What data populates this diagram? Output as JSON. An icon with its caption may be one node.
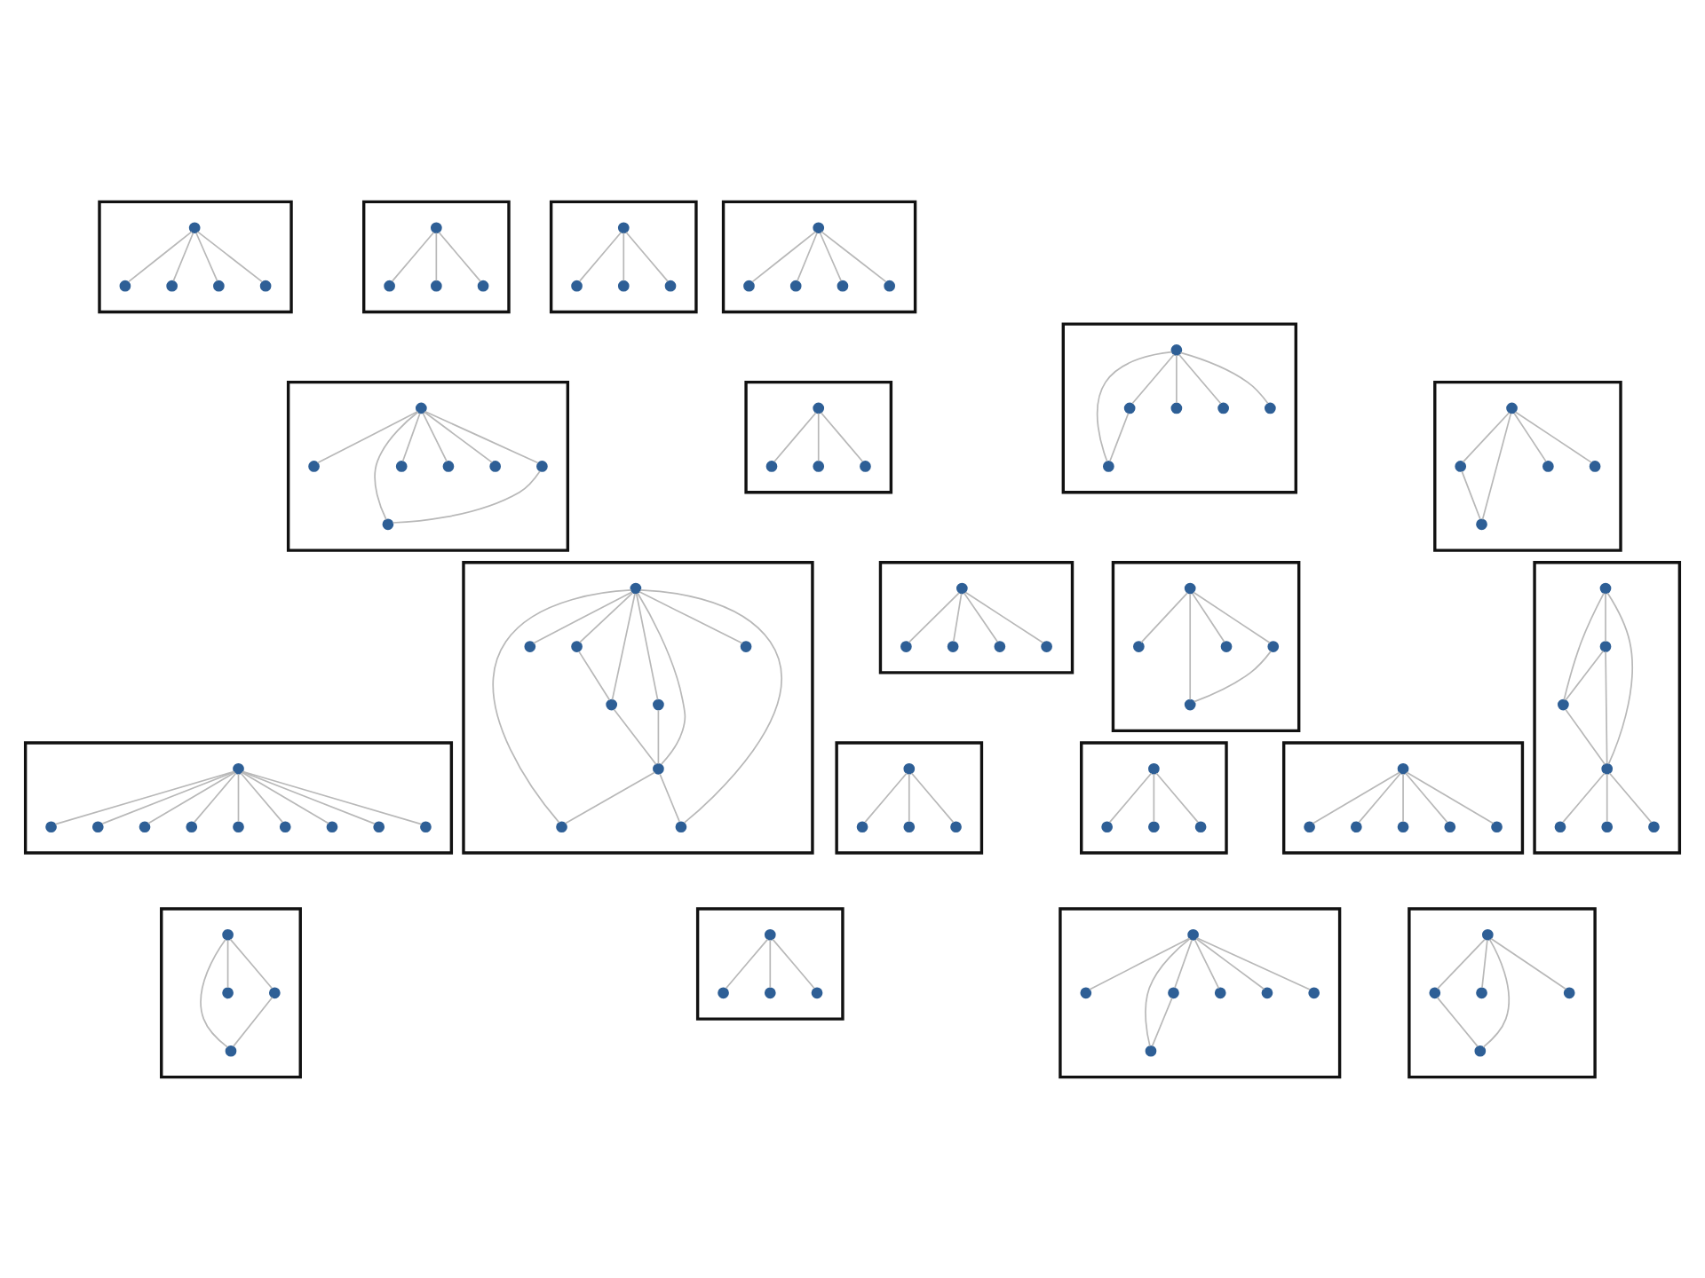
{
  "diagram": {
    "nodes": [
      {
        "text": [],
        "shape": "box"
      },
      {
        "text": [],
        "shape": "circle",
        "in": 0
      },
      {
        "text": [],
        "shape": "circle",
        "in": 0
      },
      {
        "text": [],
        "shape": "circle",
        "in": 0
      },
      {
        "text": [],
        "shape": "circle",
        "in": 0
      },
      {
        "text": [],
        "shape": "circle",
        "in": 0
      },
      {
        "text": [],
        "shape": "box"
      },
      {
        "text": [],
        "shape": "circle",
        "in": 6
      },
      {
        "text": [],
        "shape": "circle",
        "in": 6
      },
      {
        "text": [],
        "shape": "circle",
        "in": 6
      },
      {
        "text": [],
        "shape": "circle",
        "in": 6
      },
      {
        "text": [],
        "shape": "box"
      },
      {
        "text": [],
        "shape": "circle",
        "in": 11
      },
      {
        "text": [],
        "shape": "circle",
        "in": 11
      },
      {
        "text": [],
        "shape": "circle",
        "in": 11
      },
      {
        "text": [],
        "shape": "circle",
        "in": 11
      },
      {
        "text": [],
        "shape": "box"
      },
      {
        "text": [],
        "shape": "circle",
        "in": 16
      },
      {
        "text": [],
        "shape": "circle",
        "in": 16
      },
      {
        "text": [],
        "shape": "circle",
        "in": 16
      },
      {
        "text": [],
        "shape": "circle",
        "in": 16
      },
      {
        "text": [],
        "shape": "circle",
        "in": 16
      },
      {
        "text": [],
        "shape": "box"
      },
      {
        "text": [],
        "shape": "circle",
        "in": 22
      },
      {
        "text": [],
        "shape": "circle",
        "in": 22
      },
      {
        "text": [],
        "shape": "circle",
        "in": 22
      },
      {
        "text": [],
        "shape": "circle",
        "in": 22
      },
      {
        "text": [],
        "shape": "circle",
        "in": 22
      },
      {
        "text": [],
        "shape": "circle",
        "in": 22
      },
      {
        "text": [],
        "shape": "circle",
        "in": 22
      },
      {
        "text": [],
        "shape": "box"
      },
      {
        "text": [],
        "shape": "circle",
        "in": 30
      },
      {
        "text": [],
        "shape": "circle",
        "in": 30
      },
      {
        "text": [],
        "shape": "circle",
        "in": 30
      },
      {
        "text": [],
        "shape": "circle",
        "in": 30
      },
      {
        "text": [],
        "shape": "box"
      },
      {
        "text": [],
        "shape": "circle",
        "in": 35
      },
      {
        "text": [],
        "shape": "circle",
        "in": 35
      },
      {
        "text": [],
        "shape": "circle",
        "in": 35
      },
      {
        "text": [],
        "shape": "circle",
        "in": 35
      },
      {
        "text": [],
        "shape": "circle",
        "in": 35
      },
      {
        "text": [],
        "shape": "circle",
        "in": 35
      },
      {
        "text": [],
        "shape": "box"
      },
      {
        "text": [],
        "shape": "circle",
        "in": 42
      },
      {
        "text": [],
        "shape": "circle",
        "in": 42
      },
      {
        "text": [],
        "shape": "circle",
        "in": 42
      },
      {
        "text": [],
        "shape": "circle",
        "in": 42
      },
      {
        "text": [],
        "shape": "circle",
        "in": 42
      },
      {
        "text": [],
        "shape": "box"
      },
      {
        "text": [],
        "shape": "circle",
        "in": 48
      },
      {
        "text": [],
        "shape": "circle",
        "in": 48
      },
      {
        "text": [],
        "shape": "circle",
        "in": 48
      },
      {
        "text": [],
        "shape": "circle",
        "in": 48
      },
      {
        "text": [],
        "shape": "circle",
        "in": 48
      },
      {
        "text": [],
        "shape": "circle",
        "in": 48
      },
      {
        "text": [],
        "shape": "circle",
        "in": 48
      },
      {
        "text": [],
        "shape": "circle",
        "in": 48
      },
      {
        "text": [],
        "shape": "circle",
        "in": 48
      },
      {
        "text": [],
        "shape": "box"
      },
      {
        "text": [],
        "shape": "circle",
        "in": 58
      },
      {
        "text": [],
        "shape": "circle",
        "in": 58
      },
      {
        "text": [],
        "shape": "circle",
        "in": 58
      },
      {
        "text": [],
        "shape": "circle",
        "in": 58
      },
      {
        "text": [],
        "shape": "circle",
        "in": 58
      },
      {
        "text": [],
        "shape": "box"
      },
      {
        "text": [],
        "shape": "circle",
        "in": 64
      },
      {
        "text": [],
        "shape": "circle",
        "in": 64
      },
      {
        "text": [],
        "shape": "circle",
        "in": 64
      },
      {
        "text": [],
        "shape": "circle",
        "in": 64
      },
      {
        "text": [],
        "shape": "circle",
        "in": 64
      },
      {
        "text": [],
        "shape": "box"
      },
      {
        "text": [],
        "shape": "circle",
        "in": 70
      },
      {
        "text": [],
        "shape": "circle",
        "in": 70
      },
      {
        "text": [],
        "shape": "circle",
        "in": 70
      },
      {
        "text": [],
        "shape": "circle",
        "in": 70
      },
      {
        "text": [],
        "shape": "circle",
        "in": 70
      },
      {
        "text": [],
        "shape": "circle",
        "in": 70
      },
      {
        "text": [],
        "shape": "circle",
        "in": 70
      },
      {
        "text": [],
        "shape": "box"
      },
      {
        "text": [],
        "shape": "circle",
        "in": 78
      },
      {
        "text": [],
        "shape": "circle",
        "in": 78
      },
      {
        "text": [],
        "shape": "circle",
        "in": 78
      },
      {
        "text": [],
        "shape": "circle",
        "in": 78
      },
      {
        "text": [],
        "shape": "circle",
        "in": 78
      },
      {
        "text": [],
        "shape": "circle",
        "in": 78
      },
      {
        "text": [],
        "shape": "circle",
        "in": 78
      },
      {
        "text": [],
        "shape": "circle",
        "in": 78
      },
      {
        "text": [],
        "shape": "circle",
        "in": 78
      },
      {
        "text": [],
        "shape": "circle",
        "in": 78
      },
      {
        "text": [],
        "shape": "box"
      },
      {
        "text": [],
        "shape": "circle",
        "in": 89
      },
      {
        "text": [],
        "shape": "circle",
        "in": 89
      },
      {
        "text": [],
        "shape": "circle",
        "in": 89
      },
      {
        "text": [],
        "shape": "circle",
        "in": 89
      },
      {
        "text": [],
        "shape": "box"
      },
      {
        "text": [],
        "shape": "circle",
        "in": 94
      },
      {
        "text": [],
        "shape": "circle",
        "in": 94
      },
      {
        "text": [],
        "shape": "circle",
        "in": 94
      },
      {
        "text": [],
        "shape": "circle",
        "in": 94
      },
      {
        "text": [],
        "shape": "box"
      },
      {
        "text": [],
        "shape": "circle",
        "in": 99
      },
      {
        "text": [],
        "shape": "circle",
        "in": 99
      },
      {
        "text": [],
        "shape": "circle",
        "in": 99
      },
      {
        "text": [],
        "shape": "circle",
        "in": 99
      },
      {
        "text": [],
        "shape": "circle",
        "in": 99
      },
      {
        "text": [],
        "shape": "circle",
        "in": 99
      },
      {
        "text": [],
        "shape": "box"
      },
      {
        "text": [],
        "shape": "circle",
        "in": 106
      },
      {
        "text": [],
        "shape": "circle",
        "in": 106
      },
      {
        "text": [],
        "shape": "circle",
        "in": 106
      },
      {
        "text": [],
        "shape": "circle",
        "in": 106
      },
      {
        "text": [],
        "shape": "box"
      },
      {
        "text": [],
        "shape": "circle",
        "in": 111
      },
      {
        "text": [],
        "shape": "circle",
        "in": 111
      },
      {
        "text": [],
        "shape": "circle",
        "in": 111
      },
      {
        "text": [],
        "shape": "circle",
        "in": 111
      },
      {
        "text": [],
        "shape": "box"
      },
      {
        "text": [],
        "shape": "circle",
        "in": 116
      },
      {
        "text": [],
        "shape": "circle",
        "in": 116
      },
      {
        "text": [],
        "shape": "circle",
        "in": 116
      },
      {
        "text": [],
        "shape": "circle",
        "in": 116
      },
      {
        "text": [],
        "shape": "circle",
        "in": 116
      },
      {
        "text": [],
        "shape": "circle",
        "in": 116
      },
      {
        "text": [],
        "shape": "circle",
        "in": 116
      },
      {
        "text": [],
        "shape": "box"
      },
      {
        "text": [],
        "shape": "circle",
        "in": 124
      },
      {
        "text": [],
        "shape": "circle",
        "in": 124
      },
      {
        "text": [],
        "shape": "circle",
        "in": 124
      },
      {
        "text": [],
        "shape": "circle",
        "in": 124
      },
      {
        "text": [],
        "shape": "circle",
        "in": 124
      }
    ],
    "edges": [
      {
        "from": 3,
        "to": 1,
        "arrow": "none"
      },
      {
        "from": 3,
        "to": 2,
        "arrow": "none"
      },
      {
        "from": 3,
        "to": 4,
        "arrow": "none"
      },
      {
        "from": 3,
        "to": 5,
        "arrow": "none"
      },
      {
        "from": 9,
        "to": 7,
        "arrow": "none"
      },
      {
        "from": 9,
        "to": 8,
        "arrow": "none"
      },
      {
        "from": 9,
        "to": 10,
        "arrow": "none"
      },
      {
        "from": 14,
        "to": 12,
        "arrow": "none"
      },
      {
        "from": 14,
        "to": 13,
        "arrow": "none"
      },
      {
        "from": 14,
        "to": 15,
        "arrow": "none"
      },
      {
        "from": 19,
        "to": 17,
        "arrow": "none"
      },
      {
        "from": 19,
        "to": 18,
        "arrow": "none"
      },
      {
        "from": 19,
        "to": 20,
        "arrow": "none"
      },
      {
        "from": 19,
        "to": 21,
        "arrow": "none"
      },
      {
        "from": 26,
        "to": 23,
        "arrow": "none"
      },
      {
        "from": 26,
        "to": 25,
        "arrow": "none"
      },
      {
        "from": 26,
        "to": 28,
        "arrow": "none"
      },
      {
        "from": 26,
        "to": 29,
        "arrow": "none"
      },
      {
        "from": 26,
        "to": 27,
        "arrow": "none"
      },
      {
        "from": 26,
        "to": 24,
        "arrow": "none"
      },
      {
        "from": 23,
        "to": 25,
        "arrow": "none"
      },
      {
        "from": 32,
        "to": 31,
        "arrow": "none"
      },
      {
        "from": 32,
        "to": 33,
        "arrow": "none"
      },
      {
        "from": 32,
        "to": 34,
        "arrow": "none"
      },
      {
        "from": 38,
        "to": 37,
        "arrow": "none"
      },
      {
        "from": 38,
        "to": 36,
        "arrow": "none"
      },
      {
        "from": 37,
        "to": 36,
        "arrow": "none"
      },
      {
        "from": 38,
        "to": 40,
        "arrow": "none"
      },
      {
        "from": 38,
        "to": 41,
        "arrow": "none"
      },
      {
        "from": 38,
        "to": 39,
        "arrow": "none"
      },
      {
        "from": 45,
        "to": 44,
        "arrow": "none"
      },
      {
        "from": 45,
        "to": 47,
        "arrow": "none"
      },
      {
        "from": 45,
        "to": 46,
        "arrow": "none"
      },
      {
        "from": 45,
        "to": 43,
        "arrow": "none"
      },
      {
        "from": 44,
        "to": 46,
        "arrow": "none"
      },
      {
        "from": 53,
        "to": 50,
        "arrow": "none"
      },
      {
        "from": 50,
        "to": 51,
        "arrow": "none"
      },
      {
        "from": 53,
        "to": 51,
        "arrow": "none"
      },
      {
        "from": 53,
        "to": 54,
        "arrow": "none"
      },
      {
        "from": 54,
        "to": 55,
        "arrow": "none"
      },
      {
        "from": 53,
        "to": 55,
        "arrow": "none"
      },
      {
        "from": 51,
        "to": 55,
        "arrow": "none"
      },
      {
        "from": 55,
        "to": 57,
        "arrow": "none"
      },
      {
        "from": 53,
        "to": 57,
        "arrow": "none"
      },
      {
        "from": 53,
        "to": 56,
        "arrow": "none"
      },
      {
        "from": 55,
        "to": 56,
        "arrow": "none"
      },
      {
        "from": 53,
        "to": 52,
        "arrow": "none"
      },
      {
        "from": 53,
        "to": 49,
        "arrow": "none"
      },
      {
        "from": 61,
        "to": 59,
        "arrow": "none"
      },
      {
        "from": 61,
        "to": 60,
        "arrow": "none"
      },
      {
        "from": 61,
        "to": 62,
        "arrow": "none"
      },
      {
        "from": 61,
        "to": 63,
        "arrow": "none"
      },
      {
        "from": 67,
        "to": 68,
        "arrow": "none"
      },
      {
        "from": 67,
        "to": 65,
        "arrow": "none"
      },
      {
        "from": 67,
        "to": 66,
        "arrow": "none"
      },
      {
        "from": 65,
        "to": 66,
        "arrow": "none"
      },
      {
        "from": 67,
        "to": 69,
        "arrow": "none"
      },
      {
        "from": 73,
        "to": 74,
        "arrow": "none"
      },
      {
        "from": 73,
        "to": 71,
        "arrow": "none"
      },
      {
        "from": 71,
        "to": 74,
        "arrow": "none"
      },
      {
        "from": 73,
        "to": 75,
        "arrow": "none"
      },
      {
        "from": 74,
        "to": 75,
        "arrow": "none"
      },
      {
        "from": 71,
        "to": 75,
        "arrow": "none"
      },
      {
        "from": 75,
        "to": 77,
        "arrow": "none"
      },
      {
        "from": 75,
        "to": 76,
        "arrow": "none"
      },
      {
        "from": 75,
        "to": 72,
        "arrow": "none"
      },
      {
        "from": 84,
        "to": 79,
        "arrow": "none"
      },
      {
        "from": 84,
        "to": 80,
        "arrow": "none"
      },
      {
        "from": 84,
        "to": 81,
        "arrow": "none"
      },
      {
        "from": 84,
        "to": 82,
        "arrow": "none"
      },
      {
        "from": 84,
        "to": 83,
        "arrow": "none"
      },
      {
        "from": 84,
        "to": 85,
        "arrow": "none"
      },
      {
        "from": 84,
        "to": 86,
        "arrow": "none"
      },
      {
        "from": 84,
        "to": 87,
        "arrow": "none"
      },
      {
        "from": 84,
        "to": 88,
        "arrow": "none"
      },
      {
        "from": 91,
        "to": 90,
        "arrow": "none"
      },
      {
        "from": 91,
        "to": 92,
        "arrow": "none"
      },
      {
        "from": 91,
        "to": 93,
        "arrow": "none"
      },
      {
        "from": 97,
        "to": 95,
        "arrow": "none"
      },
      {
        "from": 97,
        "to": 96,
        "arrow": "none"
      },
      {
        "from": 97,
        "to": 98,
        "arrow": "none"
      },
      {
        "from": 103,
        "to": 100,
        "arrow": "none"
      },
      {
        "from": 103,
        "to": 101,
        "arrow": "none"
      },
      {
        "from": 103,
        "to": 102,
        "arrow": "none"
      },
      {
        "from": 103,
        "to": 104,
        "arrow": "none"
      },
      {
        "from": 103,
        "to": 105,
        "arrow": "none"
      },
      {
        "from": 107,
        "to": 110,
        "arrow": "none"
      },
      {
        "from": 108,
        "to": 107,
        "arrow": "none"
      },
      {
        "from": 108,
        "to": 110,
        "arrow": "none"
      },
      {
        "from": 108,
        "to": 109,
        "arrow": "none"
      },
      {
        "from": 113,
        "to": 112,
        "arrow": "none"
      },
      {
        "from": 113,
        "to": 114,
        "arrow": "none"
      },
      {
        "from": 113,
        "to": 115,
        "arrow": "none"
      },
      {
        "from": 120,
        "to": 118,
        "arrow": "none"
      },
      {
        "from": 120,
        "to": 121,
        "arrow": "none"
      },
      {
        "from": 120,
        "to": 123,
        "arrow": "none"
      },
      {
        "from": 120,
        "to": 117,
        "arrow": "none"
      },
      {
        "from": 120,
        "to": 122,
        "arrow": "none"
      },
      {
        "from": 120,
        "to": 119,
        "arrow": "none"
      },
      {
        "from": 123,
        "to": 122,
        "arrow": "none"
      },
      {
        "from": 126,
        "to": 127,
        "arrow": "none"
      },
      {
        "from": 126,
        "to": 125,
        "arrow": "none"
      },
      {
        "from": 126,
        "to": 129,
        "arrow": "none"
      },
      {
        "from": 126,
        "to": 128,
        "arrow": "none"
      },
      {
        "from": 129,
        "to": 128,
        "arrow": "none"
      }
    ]
  }
}
